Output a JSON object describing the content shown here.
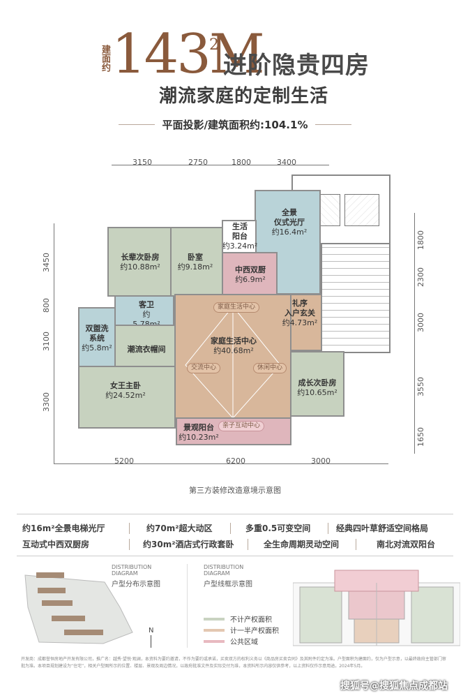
{
  "header": {
    "prefix": "建面约",
    "area_number": "143M",
    "area_sup": "2",
    "title": "进阶隐贵四房",
    "subtitle": "潮流家庭的定制生活",
    "ratio": "平面投影/建筑面积约:104.1%"
  },
  "dimensions": {
    "top": [
      "3150",
      "2750",
      "1800",
      "3400"
    ],
    "bottom": [
      "5200",
      "6200",
      "3000"
    ],
    "left": [
      "3450",
      "800",
      "3100",
      "3300"
    ],
    "right": [
      "1800",
      "2300",
      "3000",
      "3550",
      "1650"
    ]
  },
  "rooms": {
    "elder_bedroom": {
      "name": "长辈次卧房",
      "area": "约10.88m²"
    },
    "bedroom": {
      "name": "卧室",
      "area": "约9.18m²"
    },
    "balcony": {
      "name": "生活\n阳台",
      "area": "约3.24m²"
    },
    "panorama_hall": {
      "name": "全景\n仪式光厅",
      "area": "约16.4m²"
    },
    "kitchen": {
      "name": "中西双厨",
      "area": "约6.9m²"
    },
    "guest_bath": {
      "name": "客卫",
      "area": "约5.78m²"
    },
    "double_wash": {
      "name": "双盥洗\n系统",
      "area": "约5.8m²"
    },
    "wardrobe": {
      "name": "潮流衣帽间",
      "area": ""
    },
    "living": {
      "name": "家庭生活中心",
      "area": "约40.68m²"
    },
    "foyer": {
      "name": "礼序\n入户玄关",
      "area": "约4.73m²"
    },
    "master": {
      "name": "女王主卧",
      "area": "约24.52m²"
    },
    "second_bedroom": {
      "name": "成长次卧房",
      "area": "约10.65m²"
    },
    "view_balcony": {
      "name": "景观阳台",
      "area": "约10.23m²"
    }
  },
  "tags": {
    "family_center": "家庭生活中心",
    "social_center": "交流中心",
    "leisure_center": "休闲中心",
    "parent_child": "亲子互动中心"
  },
  "caption": "第三方装修改造意境示意图",
  "features": [
    [
      "约16m²全景电梯光厅",
      "约70m²超大动区",
      "多重0.5可变空间",
      "经典四叶草舒适空间格局"
    ],
    [
      "互动式中西双厨房",
      "约30m²酒店式行政套卧",
      "全生命周期灵动空间",
      "南北对流双阳台"
    ]
  ],
  "distribution": {
    "label_en": "DISTRIBUTION\nDIAGRAM",
    "label_cn": "户型分布示意图",
    "north": "N"
  },
  "lineplan": {
    "label_en": "DISTRIBUTION\nDIAGRAM",
    "label_cn": "户型线框示意图"
  },
  "legend": [
    {
      "label": "不计产权面积",
      "color": "#c9d3c1"
    },
    {
      "label": "计一半产权面积",
      "color": "#e3c7b1"
    },
    {
      "label": "公共区域",
      "color": "#e8b9c0"
    }
  ],
  "footer": "开发商：成都誉恒房地产开发有限公司，推广名：越秀·望悦·观澜，本资料为要约邀请，不作为要约或承诺，买卖双方的权利义务以《商品房买卖合同》及其附件约定为准。户型面积为建面约，仅为户型示意，以最终政府主管部门审批为准。本项目规划建设为“住宅”，相关户型图所示的位置、楼层、景观及周边情况，以政府批准文件及实际交付为准，本资料所示内容仅供参考，以上资料仅作示意用途。2024年5月。",
  "watermark": "搜狐号@搜狐焦点成都站"
}
